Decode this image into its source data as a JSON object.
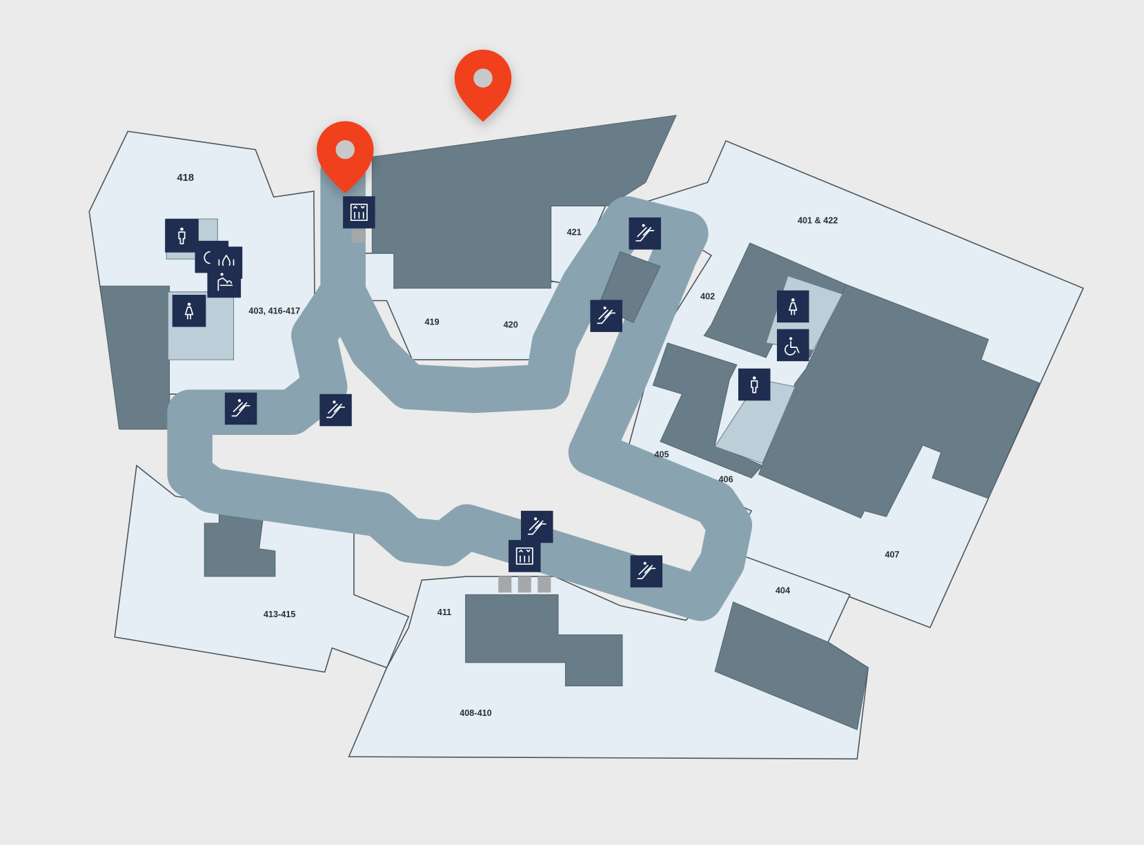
{
  "map": {
    "units": {
      "u418": "418",
      "u403": "403, 416-417",
      "u419": "419",
      "u420": "420",
      "u421": "421",
      "u401": "401 & 422",
      "u402": "402",
      "u405": "405",
      "u406": "406",
      "u407": "407",
      "u404": "404",
      "u411": "411",
      "u408": "408-410",
      "u413": "413-415"
    },
    "colors": {
      "background": "#ebebeb",
      "store": "#e4eef4",
      "building": "#687d87",
      "corridor": "#8aa3b0",
      "restroom": "#bccfd8",
      "icon_tile": "#1e2d50",
      "pin": "#f0411f"
    },
    "icons": [
      "elevator-icon",
      "escalator-icon",
      "male-restroom-icon",
      "female-restroom-icon",
      "wheelchair-icon",
      "info-icon",
      "water-icon",
      "baby-change-icon"
    ],
    "pins": 2
  }
}
